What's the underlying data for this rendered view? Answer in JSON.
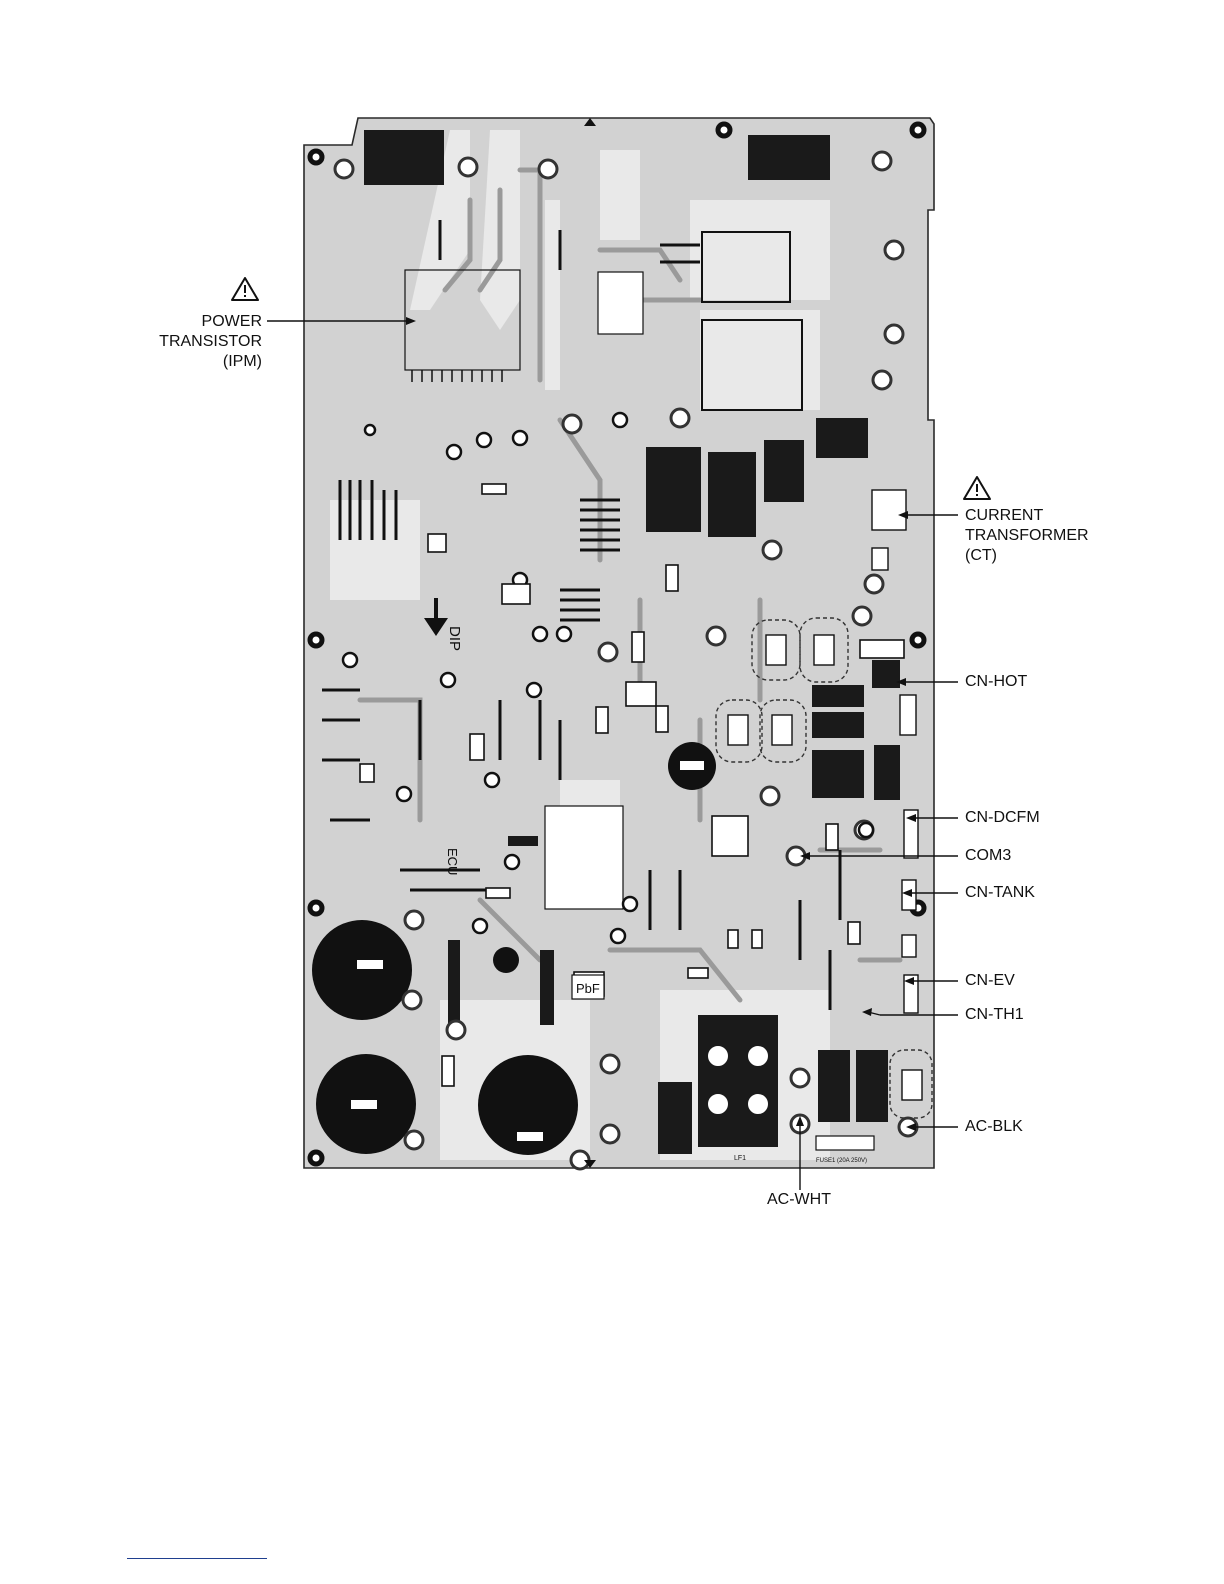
{
  "diagram": {
    "board_labels": {
      "dip": "DIP",
      "pbf": "PbF",
      "ecu": "ECU",
      "lf1": "LF1",
      "fuse": "FUSE1 (20A 250V)"
    },
    "callouts": {
      "ipm": {
        "lines": [
          "POWER",
          "TRANSISTOR",
          "(IPM)"
        ],
        "warning": true
      },
      "ct": {
        "lines": [
          "CURRENT",
          "TRANSFORMER",
          "(CT)"
        ],
        "warning": true
      },
      "cn_hot": "CN-HOT",
      "cn_dcfm": "CN-DCFM",
      "com3": "COM3",
      "cn_tank": "CN-TANK",
      "cn_ev": "CN-EV",
      "cn_th1": "CN-TH1",
      "ac_blk": "AC-BLK",
      "ac_wht": "AC-WHT"
    }
  }
}
